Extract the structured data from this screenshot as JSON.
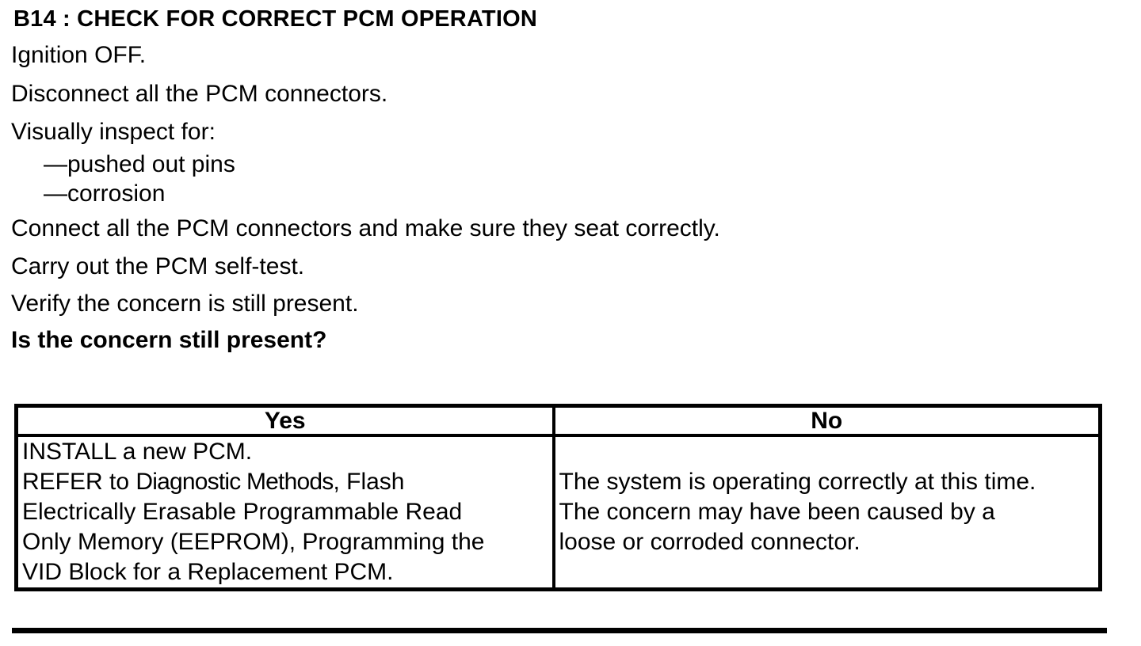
{
  "colors": {
    "ink": "#000000",
    "paper": "#ffffff"
  },
  "header": {
    "title": "B14 : CHECK FOR CORRECT PCM OPERATION"
  },
  "procedure": {
    "steps": [
      "Ignition OFF.",
      "Disconnect all the PCM connectors.",
      "Visually inspect for:",
      "Connect all the PCM connectors and make sure they seat correctly.",
      "Carry out the PCM self-test.",
      "Verify the concern is still present."
    ],
    "inspection_items": [
      "—pushed out pins",
      "—corrosion"
    ],
    "question": "Is the concern still present?"
  },
  "results_table": {
    "yes_header": "Yes",
    "no_header": "No",
    "yes_cell": {
      "line1": "INSTALL a new PCM.",
      "refer_prefix": "REFER to ",
      "refer_title": "Diagnostic Methods",
      "line2_rest": ", Flash",
      "line3": "Electrically Erasable Programmable Read",
      "line4": "Only Memory (EEPROM), Programming the",
      "line5": "VID Block for a Replacement PCM."
    },
    "no_cell": {
      "line1": "The system is operating correctly at this time.",
      "line2": "The concern may have been caused by a",
      "line3": "loose or corroded connector."
    }
  }
}
